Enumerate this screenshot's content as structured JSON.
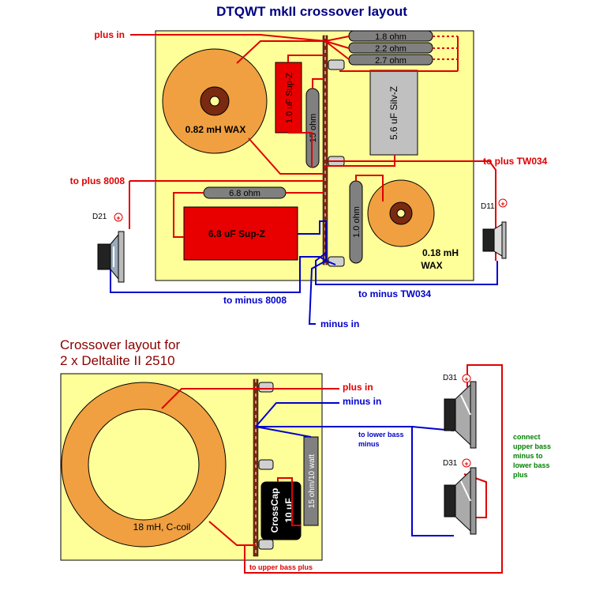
{
  "top": {
    "title": "DTQWT mkII crossover layout",
    "labels": {
      "plus_in": "plus in",
      "to_plus_8008": "to plus 8008",
      "to_plus_tw034": "to plus TW034",
      "to_minus_8008": "to minus 8008",
      "to_minus_tw034": "to minus TW034",
      "minus_in": "minus in",
      "d21": "D21",
      "d11": "D11",
      "plus_sign": "+"
    },
    "components": {
      "r1": "1.8 ohm",
      "r2": "2.2 ohm",
      "r3": "2.7 ohm",
      "cap_1uf": "1.0 uF Sup-Z",
      "res_15": "15 ohm",
      "cap_56": "5.6 uF Silv-Z",
      "coil_082": "0.82 mH WAX",
      "res_68": "6.8 ohm",
      "cap_68": "6.8 uF Sup-Z",
      "res_10": "1.0 ohm",
      "coil_018_a": "0.18 mH",
      "coil_018_b": "WAX"
    }
  },
  "bottom": {
    "title_line1": "Crossover layout for",
    "title_line2": "2 x Deltalite II 2510",
    "labels": {
      "plus_in": "plus in",
      "minus_in": "minus in",
      "to_lower_bass_minus_1": "to lower bass",
      "to_lower_bass_minus_2": "minus",
      "to_upper_bass_plus": "to upper bass plus",
      "connect_1": "connect",
      "connect_2": "upper bass",
      "connect_3": "minus to",
      "connect_4": "lower bass",
      "connect_5": "plus",
      "d31_upper": "D31",
      "d31_lower": "D31",
      "plus_sign": "+"
    },
    "components": {
      "coil": "18 mH, C-coil",
      "res": "15 ohm/10 watt",
      "cap_line1": "CrossCap",
      "cap_line2": "10 uF"
    }
  },
  "colors": {
    "board": "#ffff99",
    "coil": "#f0a040",
    "coil_core": "#7a2a10",
    "cap_red": "#e80000",
    "resistor": "#808080",
    "wire_plus": "#e00000",
    "wire_minus": "#0000cc",
    "label_plus": "#e00000",
    "label_minus": "#0000cc",
    "note_green": "#008000",
    "title_bottom": "#8b0000"
  }
}
